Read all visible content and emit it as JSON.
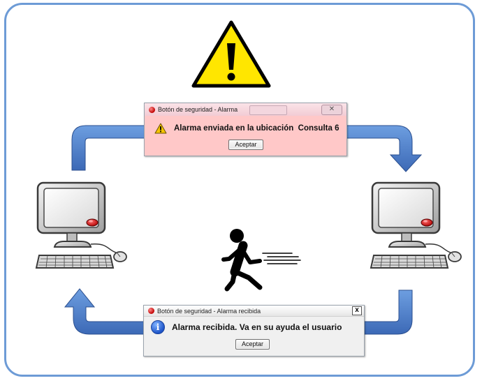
{
  "alarm_sent_dialog": {
    "title": "Botón de seguridad - Alarma",
    "message": "Alarma enviada en la ubicación  Consulta 6",
    "button_label": "Aceptar",
    "close_glyph": "✕",
    "background_color": "#ffc8c8"
  },
  "alarm_received_dialog": {
    "title": "Botón de seguridad - Alarma recibida",
    "message": "Alarma recibida. Va en su ayuda el usuario",
    "button_label": "Aceptar",
    "close_glyph": "x",
    "info_glyph": "i",
    "background_color": "#f0f0f0"
  },
  "colors": {
    "frame_border": "#6d9bd6",
    "arrow_fill": "#4f7fc9",
    "warning_fill": "#ffe600",
    "alarm_button": "#d40000"
  },
  "icons": [
    "warning-icon",
    "computer-icon",
    "running-person-icon",
    "info-icon"
  ]
}
